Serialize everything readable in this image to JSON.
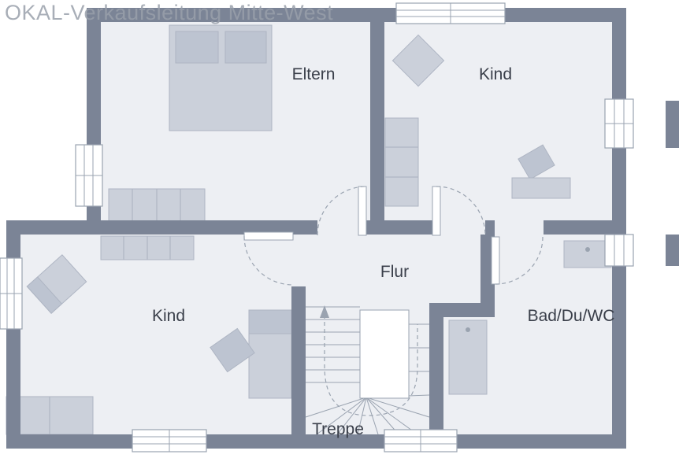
{
  "watermark": "OKAL-Verkaufsleitung Mitte-West",
  "rooms": {
    "eltern": "Eltern",
    "kind_top": "Kind",
    "kind_bottom": "Kind",
    "flur": "Flur",
    "bad": "Bad/Du/WC",
    "treppe": "Treppe"
  },
  "colors": {
    "wall": "#7b8496",
    "floor": "#edeff3",
    "furn": "#cbd0da",
    "furn_dark": "#bdc4d1",
    "furn_stroke": "#aeb5c3",
    "line": "#9aa3b0",
    "label_text": "#3a3f4a",
    "watermark_text": "#99a0ab"
  }
}
